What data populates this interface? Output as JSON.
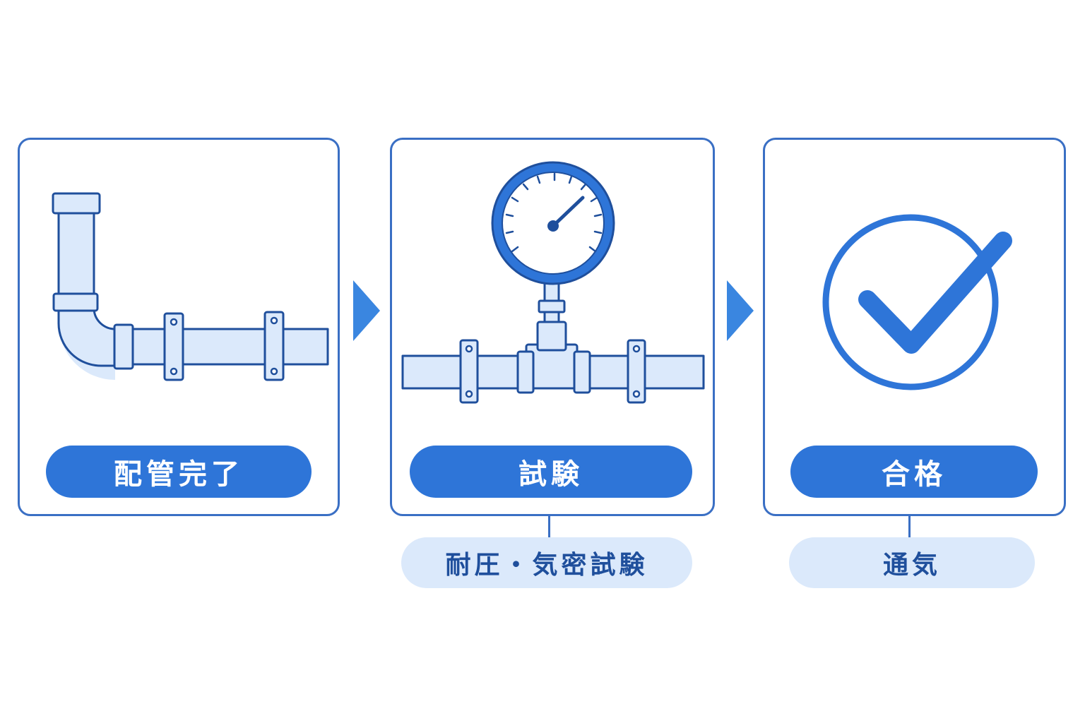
{
  "steps": [
    {
      "label": "配管完了"
    },
    {
      "label": "試験",
      "sub_label": "耐圧・気密試験"
    },
    {
      "label": "合格",
      "sub_label": "通気"
    }
  ],
  "colors": {
    "card_border": "#3a6fc4",
    "pill_primary": "#2e75d8",
    "pill_secondary": "#dbe9fb",
    "pipe_fill": "#dbe9fb",
    "arrow": "#3a86e0"
  },
  "icons": [
    "pipe-elbow-icon",
    "pressure-gauge-icon",
    "check-circle-icon",
    "chevron-right-icon"
  ]
}
